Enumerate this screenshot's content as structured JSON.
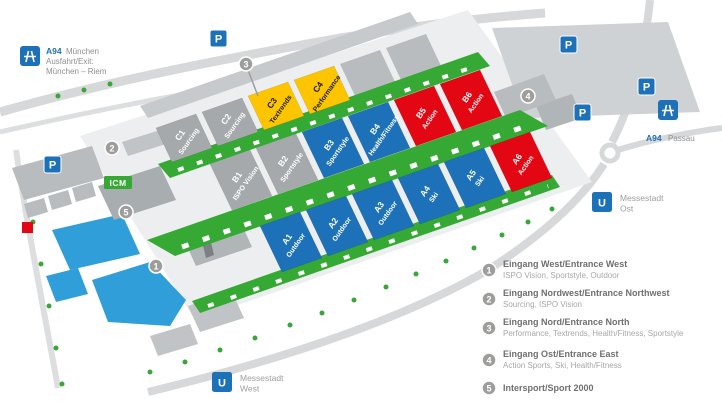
{
  "map": {
    "halls": [
      {
        "code": "A1",
        "name": "Outdoor",
        "color": "#1d71b8"
      },
      {
        "code": "A2",
        "name": "Outdoor",
        "color": "#1d71b8"
      },
      {
        "code": "A3",
        "name": "Outdoor",
        "color": "#1d71b8"
      },
      {
        "code": "A4",
        "name": "Ski",
        "color": "#1d71b8"
      },
      {
        "code": "A5",
        "name": "Ski",
        "color": "#1d71b8"
      },
      {
        "code": "A6",
        "name": "Action",
        "color": "#e30613"
      },
      {
        "code": "B1",
        "name": "ISPO Vision",
        "color": "#a5a9ac"
      },
      {
        "code": "B2",
        "name": "Sportstyle",
        "color": "#a5a9ac"
      },
      {
        "code": "B3",
        "name": "Sportstyle",
        "color": "#1d71b8"
      },
      {
        "code": "B4",
        "name": "Health/Fitness",
        "color": "#1d71b8"
      },
      {
        "code": "B5",
        "name": "Action",
        "color": "#e30613"
      },
      {
        "code": "B6",
        "name": "Action",
        "color": "#e30613"
      },
      {
        "code": "C1",
        "name": "Sourcing",
        "color": "#a5a9ac"
      },
      {
        "code": "C2",
        "name": "Sourcing",
        "color": "#a5a9ac"
      },
      {
        "code": "C3",
        "name": "Textrends",
        "color": "#fdc400"
      },
      {
        "code": "C4",
        "name": "Performance",
        "color": "#fdc400"
      }
    ],
    "markers": {
      "parking": "P",
      "subway": "U",
      "icm": "ICM"
    },
    "stations": [
      {
        "name_line1": "Messestadt",
        "name_line2": "West"
      },
      {
        "name_line1": "Messestadt",
        "name_line2": "Ost"
      }
    ],
    "highway_west": {
      "code": "A94",
      "line1": "München",
      "line2": "Ausfahrt/Exit:",
      "line3": "München – Riem"
    },
    "highway_east": {
      "code": "A94",
      "name": "Passau"
    },
    "entrances": [
      "1",
      "2",
      "3",
      "4",
      "5"
    ],
    "colors": {
      "hall_blue": "#1d71b8",
      "hall_red": "#e30613",
      "hall_yellow": "#fdc400",
      "hall_gray": "#a5a9ac",
      "corridor_green": "#36a935",
      "water_blue": "#2f9ed9",
      "marker_blue": "#1d71b8",
      "entrance_gray": "#9d9d9c",
      "ground": "#eceeef"
    }
  },
  "legend": {
    "items": [
      {
        "num": "1",
        "title": "Eingang West/Entrance West",
        "subtitle": "ISPO Vision, Sportstyle, Outdoor"
      },
      {
        "num": "2",
        "title": "Eingang Nordwest/Entrance Northwest",
        "subtitle": "Sourcing, ISPO Vision"
      },
      {
        "num": "3",
        "title": "Eingang Nord/Entrance North",
        "subtitle": "Performance, Textrends, Health/Fitness, Sportstyle"
      },
      {
        "num": "4",
        "title": "Eingang Ost/Entrance East",
        "subtitle": "Action Sports, Ski, Health/Fitness"
      },
      {
        "num": "5",
        "title": "Intersport/Sport 2000",
        "subtitle": ""
      }
    ]
  }
}
